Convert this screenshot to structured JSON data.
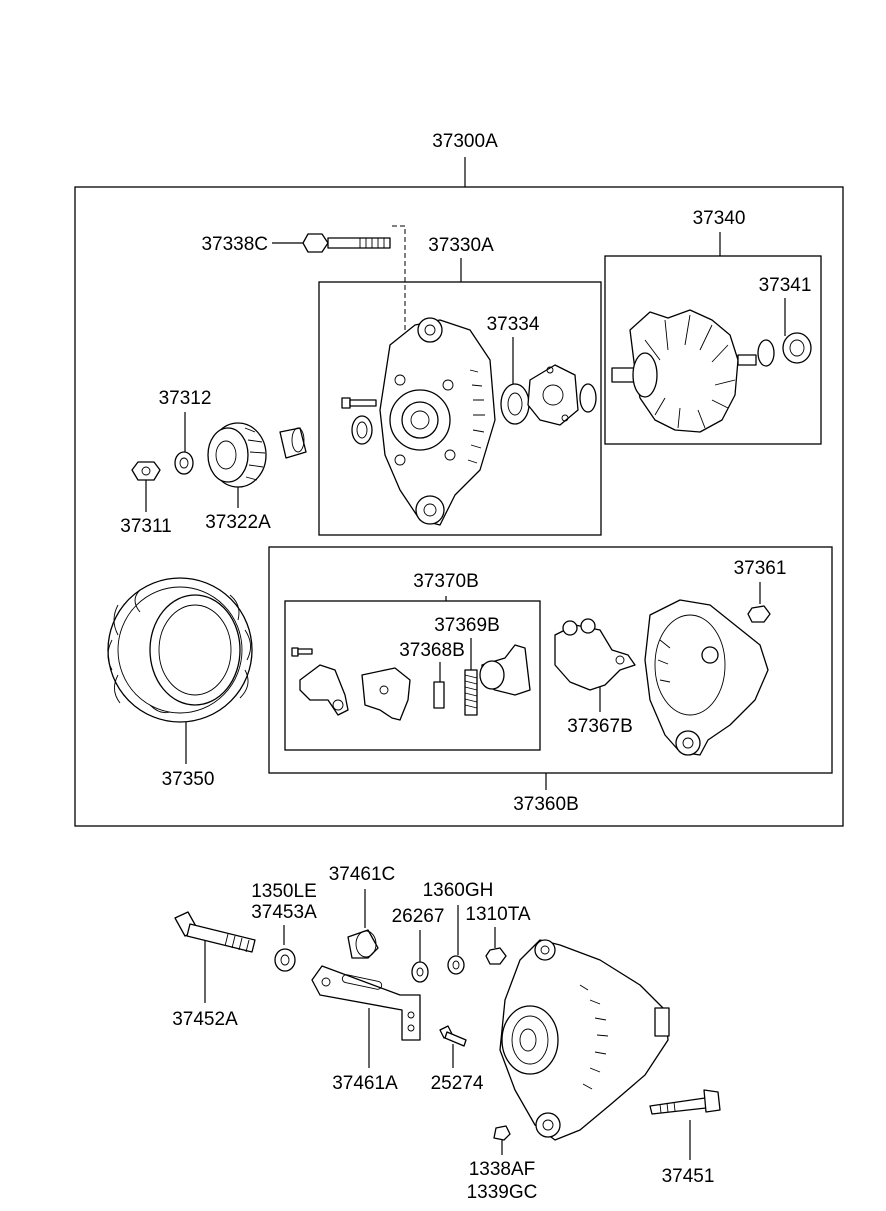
{
  "labels": {
    "assembly": "37300A",
    "bolt_front": "37338C",
    "front_bracket": "37330A",
    "bearing_front": "37334",
    "rotor": "37340",
    "bearing_rear": "37341",
    "washer": "37312",
    "nut": "37311",
    "pulley": "37322A",
    "stator": "37350",
    "brush_holder": "37370B",
    "spring": "37369B",
    "brush": "37368B",
    "rear_nut": "37361",
    "rectifier": "37367B",
    "rear_bracket": "37360B",
    "spacer_a": "1350LE",
    "spacer_b": "37453A",
    "bushing": "37461C",
    "washer_a": "1360GH",
    "washer_b": "26267",
    "nut_a": "1310TA",
    "bolt_long": "37452A",
    "brace": "37461A",
    "bolt_short": "25274",
    "nut_b": "1338AF",
    "nut_c": "1339GC",
    "bolt_mount": "37451"
  }
}
